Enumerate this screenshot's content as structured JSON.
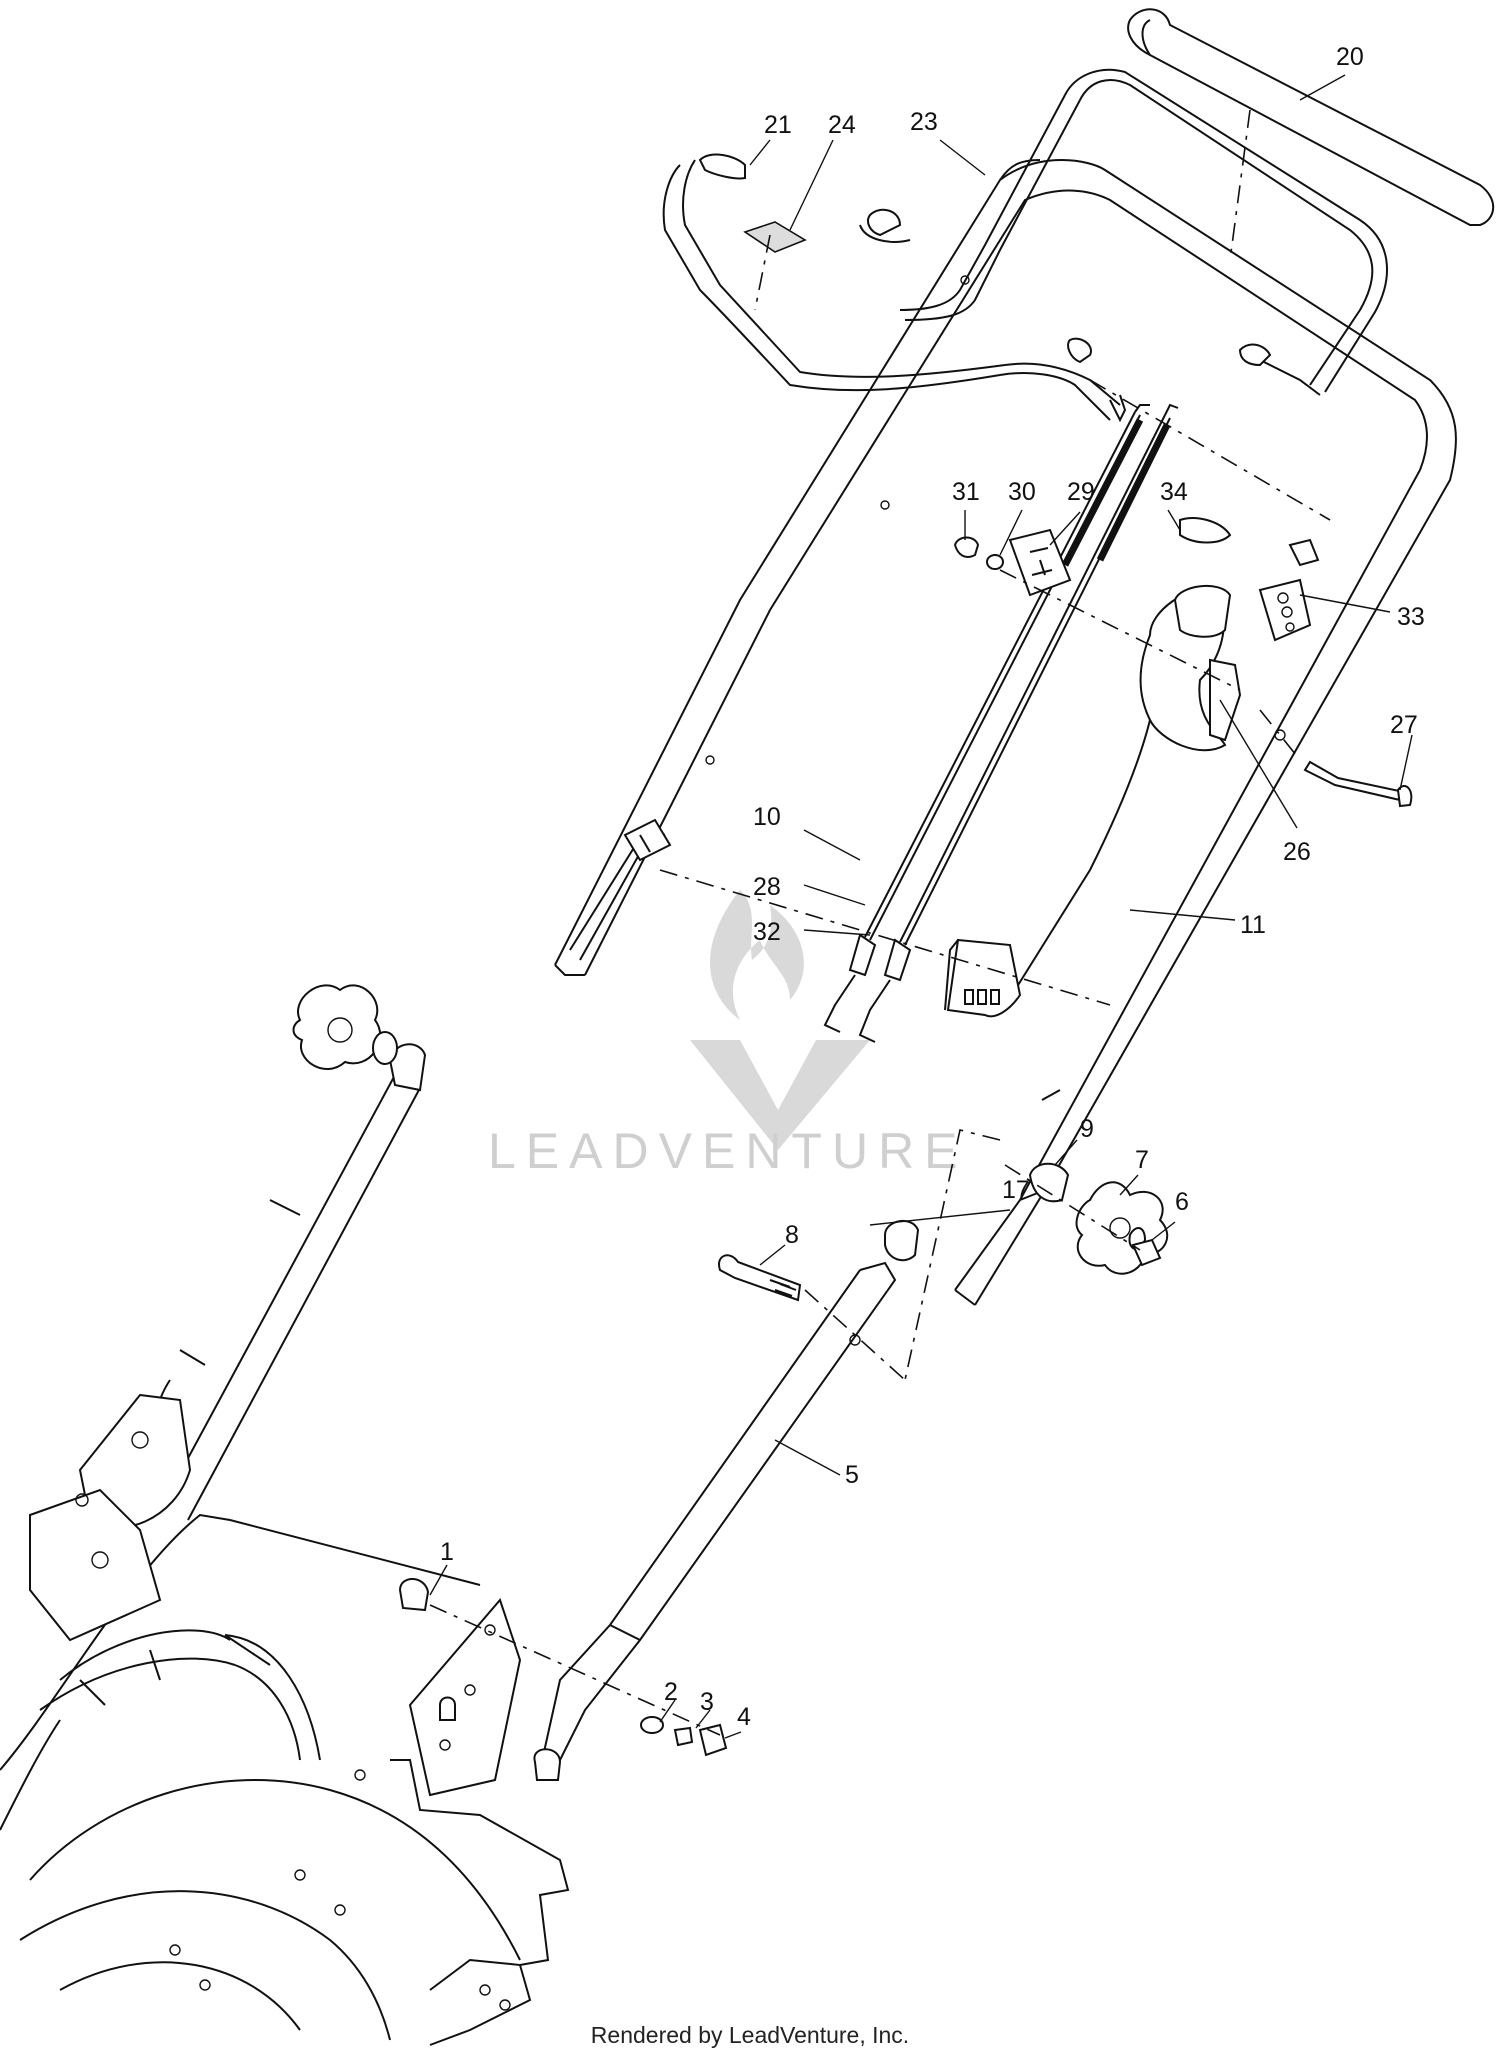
{
  "diagram": {
    "callouts": [
      "1",
      "2",
      "3",
      "4",
      "5",
      "6",
      "7",
      "8",
      "9",
      "10",
      "11",
      "17",
      "20",
      "21",
      "23",
      "24",
      "26",
      "27",
      "28",
      "29",
      "30",
      "31",
      "32",
      "33",
      "34"
    ],
    "watermark": "LEADVENTURE"
  },
  "footer": {
    "text": "Rendered by LeadVenture, Inc."
  },
  "colors": {
    "line": "#111111",
    "watermark": "#d9d9d9",
    "background": "#ffffff"
  }
}
